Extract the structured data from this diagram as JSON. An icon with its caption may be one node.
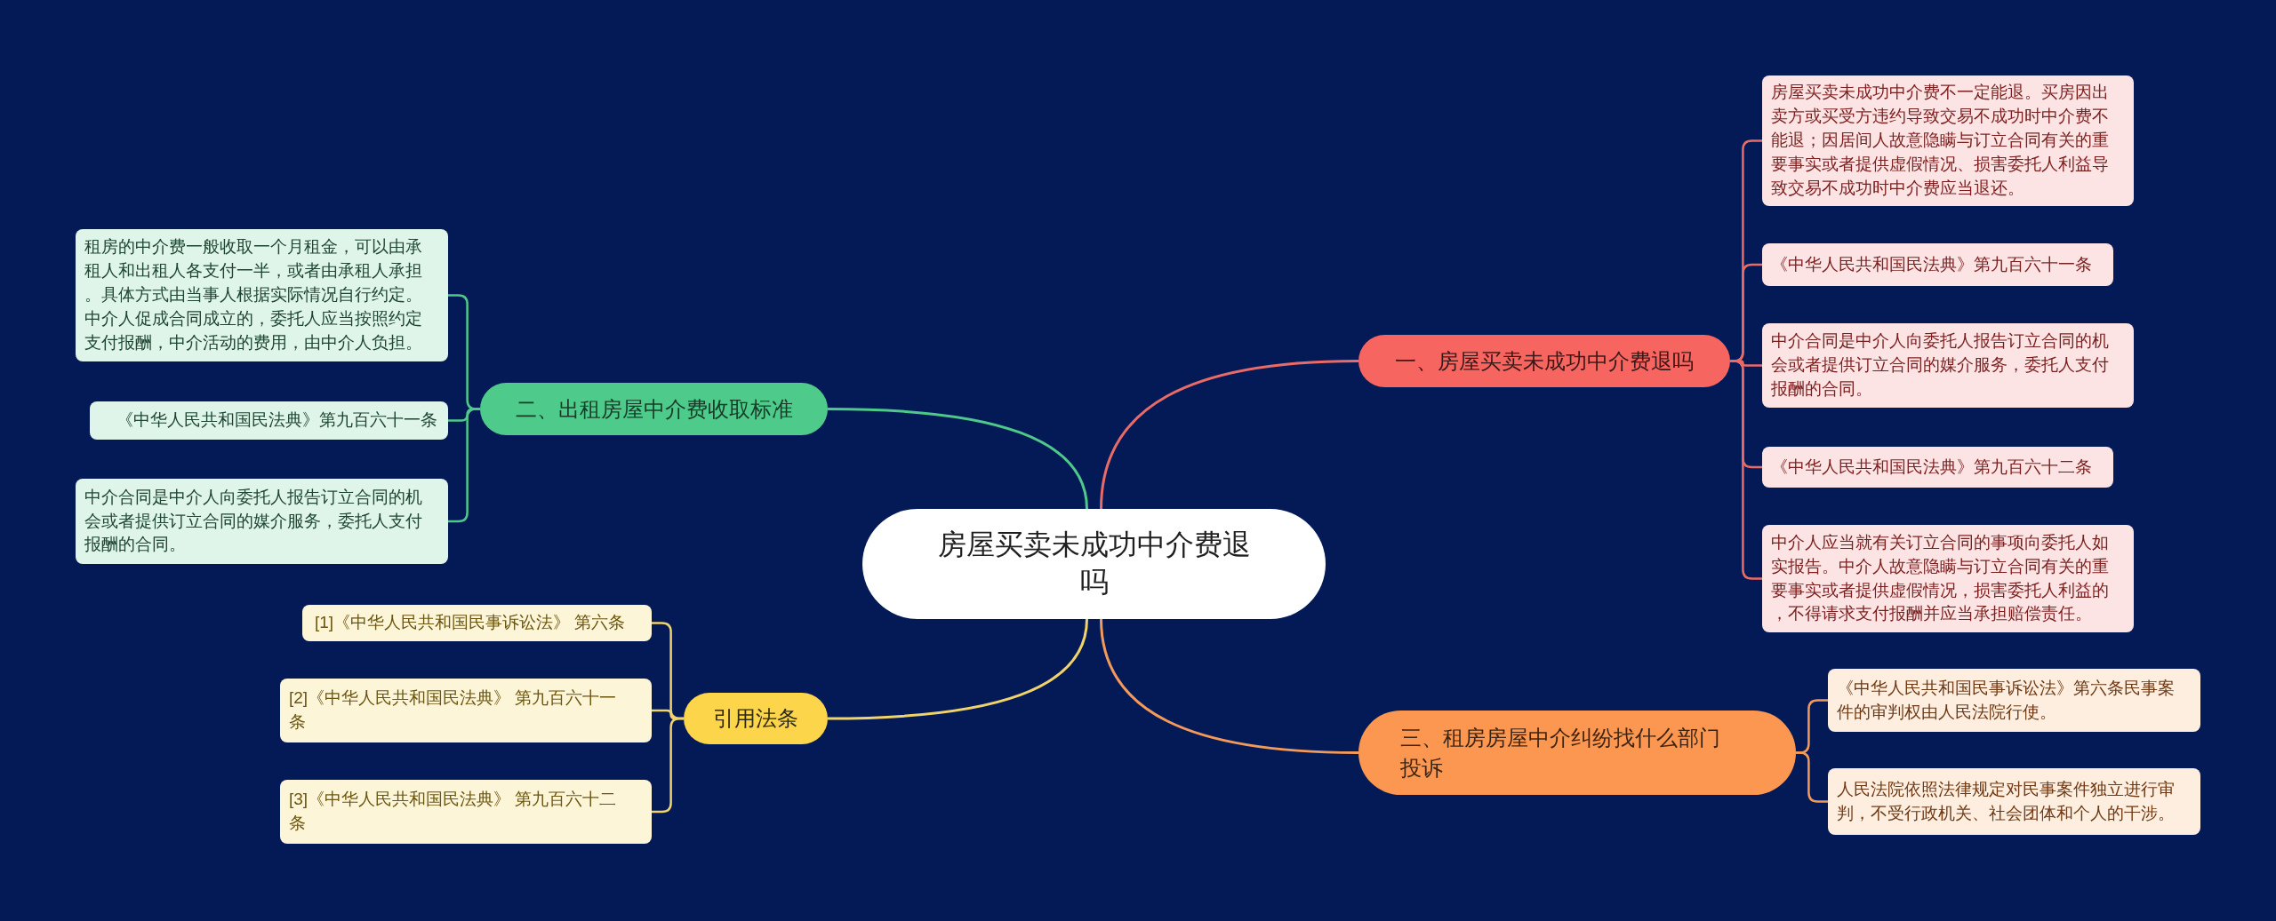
{
  "diagram": {
    "nodes": [
      {
        "text": [
          "房屋买卖未成功中介费退吗"
        ]
      },
      {
        "text": [
          "一、房屋买卖未成功中介费退吗"
        ]
      },
      {
        "text": [
          "房屋买卖未成功中介费不一定能退。买房因出卖方或买受方违约导致交易不成功时中介费不能退；因居间人故意隐瞒与订立合同有关的重要事实或者提供虚假情况、损害委托人利益导致交易不成功时中介费应当退还。"
        ]
      },
      {
        "text": [
          "《中华人民共和国民法典》第九百六十一条"
        ]
      },
      {
        "text": [
          "中介合同是中介人向委托人报告订立合同的机会或者提供订立合同的媒介服务，委托人支付报酬的合同。"
        ]
      },
      {
        "text": [
          "《中华人民共和国民法典》第九百六十二条"
        ]
      },
      {
        "text": [
          "中介人应当就有关订立合同的事项向委托人如实报告。中介人故意隐瞒与订立合同有关的重要事实或者提供虚假情况，损害委托人利益的，不得请求支付报酬并应当承担赔偿责任。"
        ]
      },
      {
        "text": [
          "二、出租房屋中介费收取标准"
        ]
      },
      {
        "text": [
          "租房的中介费一般收取一个月租金，可以由承租人和出租人各支付一半，或者由承租人承担。具体方式由当事人根据实际情况自行约定。中介人促成合同成立的，委托人应当按照约定支付报酬，中介活动的费用，由中介人负担。"
        ]
      },
      {
        "text": [
          "《中华人民共和国民法典》第九百六十一条"
        ]
      },
      {
        "text": [
          "中介合同是中介人向委托人报告订立合同的机会或者提供订立合同的媒介服务，委托人支付报酬的合同。"
        ]
      },
      {
        "text": [
          "三、租房房屋中介纠纷找什么部门投诉"
        ]
      },
      {
        "text": [
          "《中华人民共和国民事诉讼法》第六条民事案件的审判权由人民法院行使。"
        ]
      },
      {
        "text": [
          "人民法院依照法律规定对民事案件独立进行审判，不受行政机关、社会团体和个人的干涉。"
        ]
      },
      {
        "text": [
          "引用法条"
        ]
      },
      {
        "text": [
          "[1]《中华人民共和国民事诉讼法》 第六条"
        ]
      },
      {
        "text": [
          "[2]《中华人民共和国民法典》 第九百六十一条"
        ]
      },
      {
        "text": [
          "[3]《中华人民共和国民法典》 第九百六十二条"
        ]
      }
    ],
    "edges": [
      {
        "from": 0,
        "to": 1,
        "arrow": "none"
      },
      {
        "from": 1,
        "to": 2,
        "arrow": "none"
      },
      {
        "from": 1,
        "to": 3,
        "arrow": "none"
      },
      {
        "from": 1,
        "to": 4,
        "arrow": "none"
      },
      {
        "from": 1,
        "to": 5,
        "arrow": "none"
      },
      {
        "from": 1,
        "to": 6,
        "arrow": "none"
      },
      {
        "from": 0,
        "to": 7,
        "arrow": "none",
        "color": "#4fc98a"
      },
      {
        "from": 7,
        "to": 8,
        "arrow": "none",
        "color": "#4fc98a"
      },
      {
        "from": 7,
        "to": 9,
        "arrow": "none",
        "color": "#4fc98a"
      },
      {
        "from": 7,
        "to": 10,
        "arrow": "none",
        "color": "#4fc98a"
      },
      {
        "from": 0,
        "to": 11,
        "arrow": "none",
        "color": "#f39a5b"
      },
      {
        "from": 11,
        "to": 12,
        "arrow": "none",
        "color": "#f39a5b"
      },
      {
        "from": 11,
        "to": 13,
        "arrow": "none",
        "color": "#f39a5b"
      },
      {
        "from": 0,
        "to": 14,
        "arrow": "none",
        "color": "#f0d36a"
      },
      {
        "from": 14,
        "to": 15,
        "arrow": "none",
        "color": "#f0d36a"
      },
      {
        "from": 14,
        "to": 16,
        "arrow": "none",
        "color": "#f0d36a"
      },
      {
        "from": 14,
        "to": 17,
        "arrow": "none",
        "color": "#f0d36a"
      }
    ]
  }
}
